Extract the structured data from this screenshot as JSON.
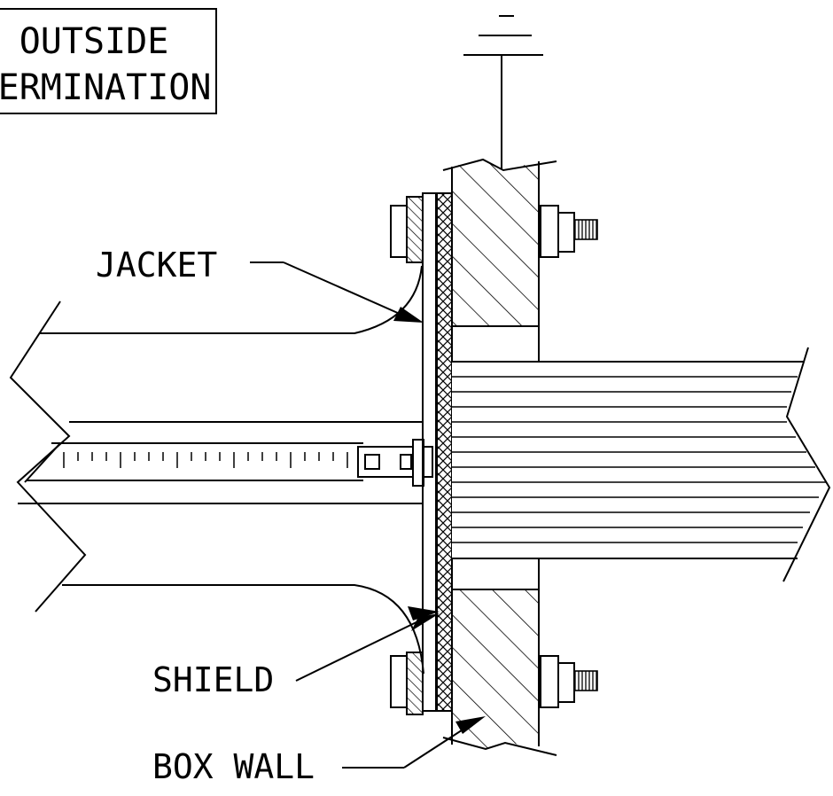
{
  "title_box": {
    "line1": "OUTSIDE",
    "line2": "TERMINATION"
  },
  "labels": {
    "jacket": "JACKET",
    "shield": "SHIELD",
    "box_wall": "BOX WALL"
  },
  "colors": {
    "ink": "#000000",
    "background": "#ffffff"
  }
}
